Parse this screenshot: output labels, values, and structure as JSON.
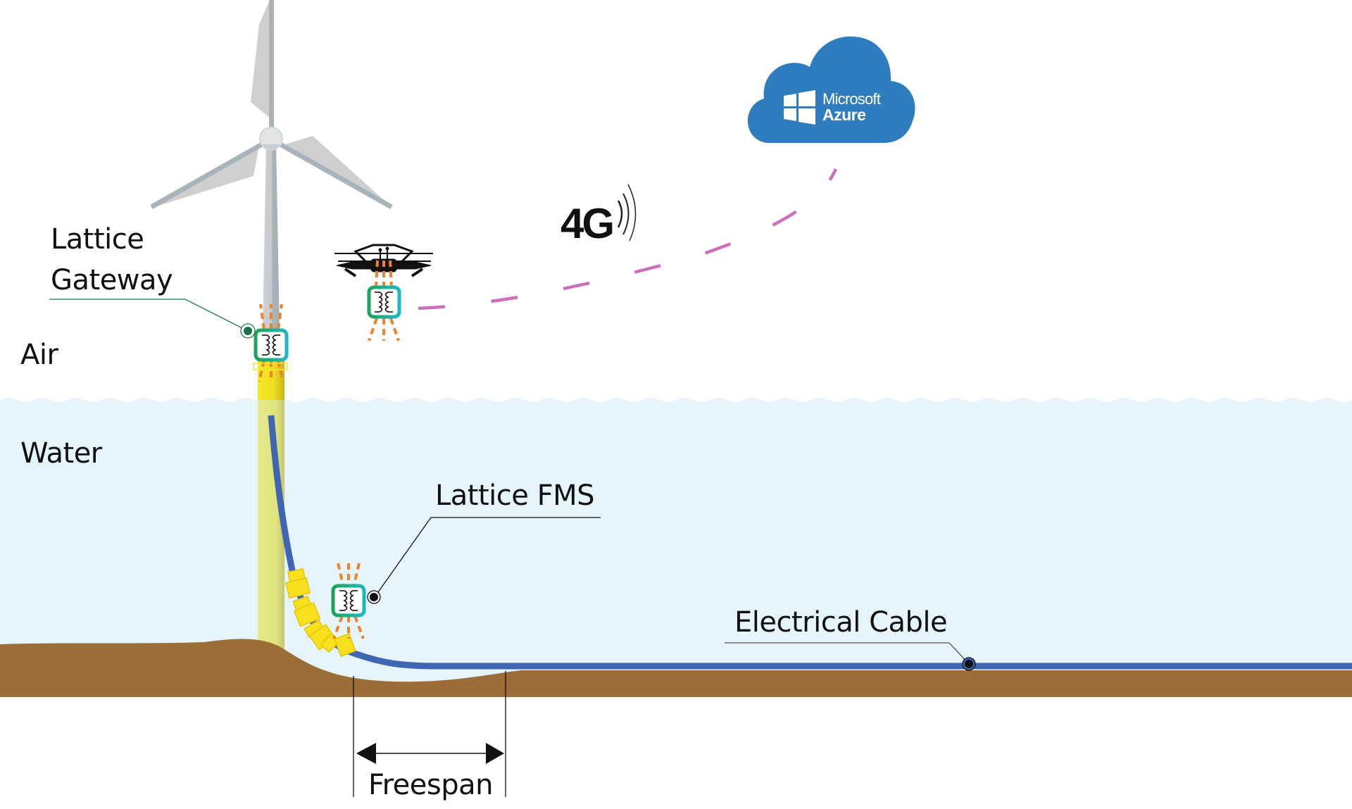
{
  "diagram": {
    "type": "offshore-wind-cable-monitoring",
    "zones": {
      "air_label": "Air",
      "water_label": "Water"
    },
    "labels": {
      "gateway_line1": "Lattice",
      "gateway_line2": "Gateway",
      "fms": "Lattice FMS",
      "cable": "Electrical Cable",
      "freespan": "Freespan",
      "network": "4G"
    },
    "cloud": {
      "brand_line1": "Microsoft",
      "brand_line2": "Azure",
      "icon": "windows-logo-icon"
    },
    "icons": [
      "wind-turbine-icon",
      "drone-icon",
      "sensor-device-icon",
      "signal-waves-icon",
      "cloud-icon"
    ],
    "colors": {
      "water": "#e6f5fc",
      "seabed": "#9b6d37",
      "cable": "#3e66b2",
      "cloud": "#2f7dbf",
      "link_dash": "#cc6fbd",
      "device_border_start": "#1fa35a",
      "device_border_end": "#1cb7c4",
      "signal_dash": "#f0822d",
      "tower_yellow": "#f1e32e",
      "buoyancy_modules": "#f7e11c",
      "turbine_grey": "#a9b4ba"
    }
  }
}
